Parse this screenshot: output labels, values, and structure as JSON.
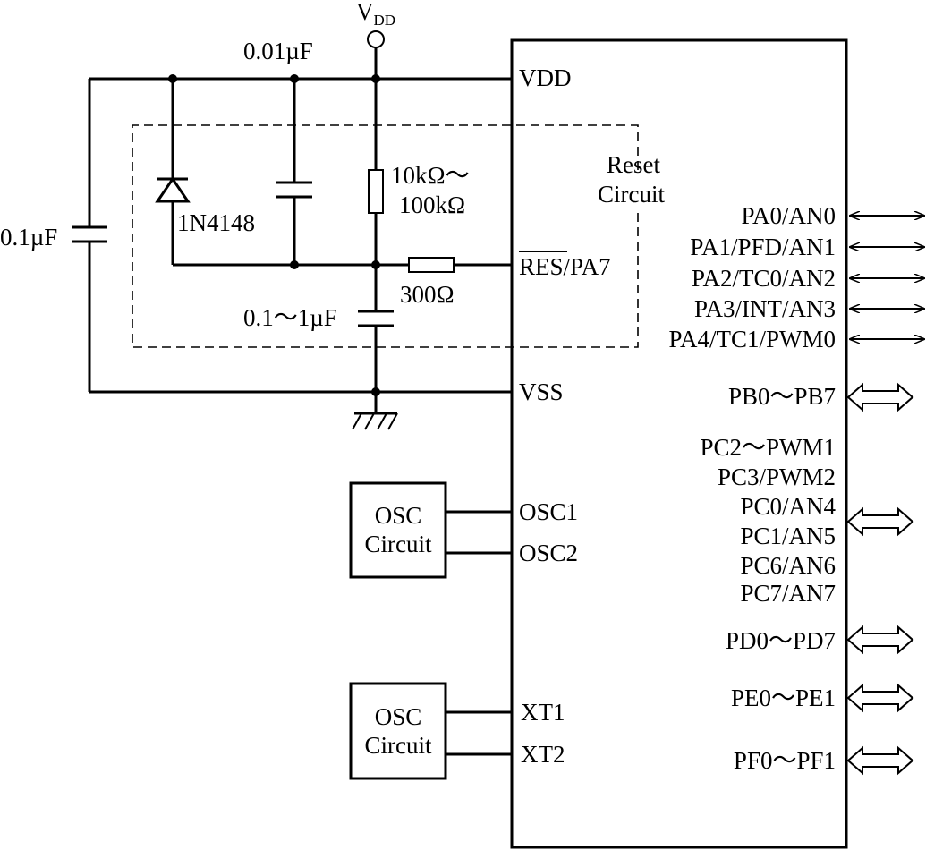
{
  "supply": {
    "name": "V",
    "sub": "DD"
  },
  "components": {
    "c_top": "0.01µF",
    "c_left": "0.1µF",
    "diode": "1N4148",
    "r_pullup_1": "10kΩ～",
    "r_pullup_2": "100kΩ",
    "r_series": "300Ω",
    "c_reset": "0.1～1µF"
  },
  "reset_box": {
    "line1": "Reset",
    "line2": "Circuit"
  },
  "osc1_box": {
    "line1": "OSC",
    "line2": "Circuit"
  },
  "osc2_box": {
    "line1": "OSC",
    "line2": "Circuit"
  },
  "chip_left_pins": {
    "vdd": "VDD",
    "res_bar": "RES",
    "res_rest": "/PA7",
    "vss": "VSS",
    "osc1": "OSC1",
    "osc2": "OSC2",
    "xt1": "XT1",
    "xt2": "XT2"
  },
  "chip_right_pins": {
    "pa0": "PA0/AN0",
    "pa1": "PA1/PFD/AN1",
    "pa2": "PA2/TC0/AN2",
    "pa3": "PA3/INT/AN3",
    "pa4": "PA4/TC1/PWM0",
    "pb": "PB0～PB7",
    "pc2": "PC2～PWM1",
    "pc3": "PC3/PWM2",
    "pc0": "PC0/AN4",
    "pc1": "PC1/AN5",
    "pc6": "PC6/AN6",
    "pc7": "PC7/AN7",
    "pd": "PD0～PD7",
    "pe": "PE0～PE1",
    "pf": "PF0～PF1"
  }
}
